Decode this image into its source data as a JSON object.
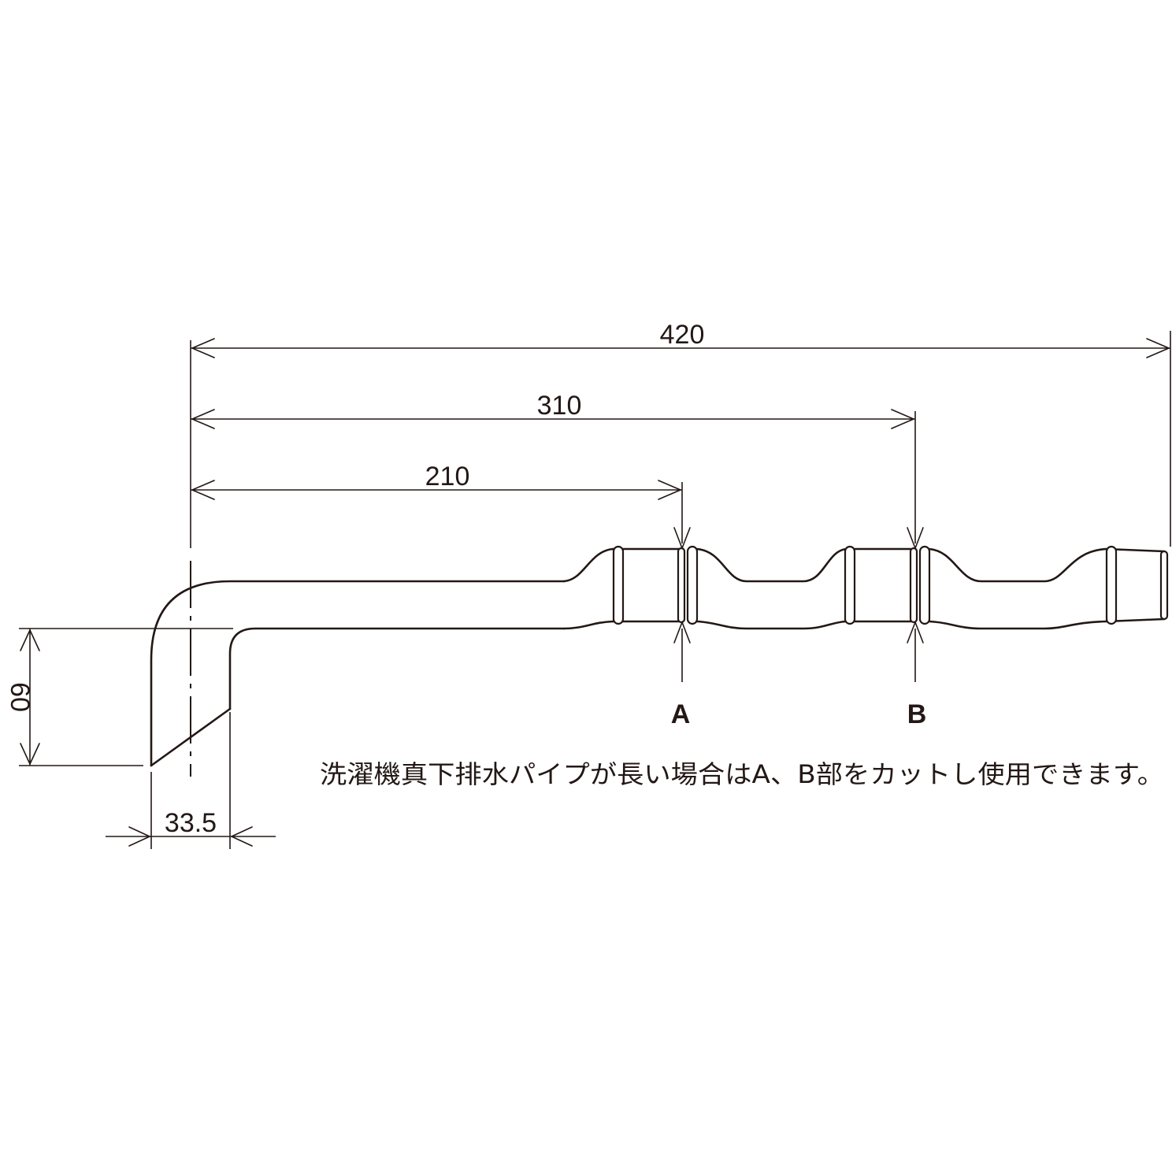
{
  "dimensions": {
    "overall_length": "420",
    "to_cut_b": "310",
    "to_cut_a": "210",
    "height": "60",
    "offset": "33.5"
  },
  "cut_points": {
    "a": "A",
    "b": "B"
  },
  "note": "洗濯機真下排水パイプが長い場合はA、B部をカットし使用できます。",
  "colors": {
    "line": "#231815",
    "background": "#ffffff"
  }
}
